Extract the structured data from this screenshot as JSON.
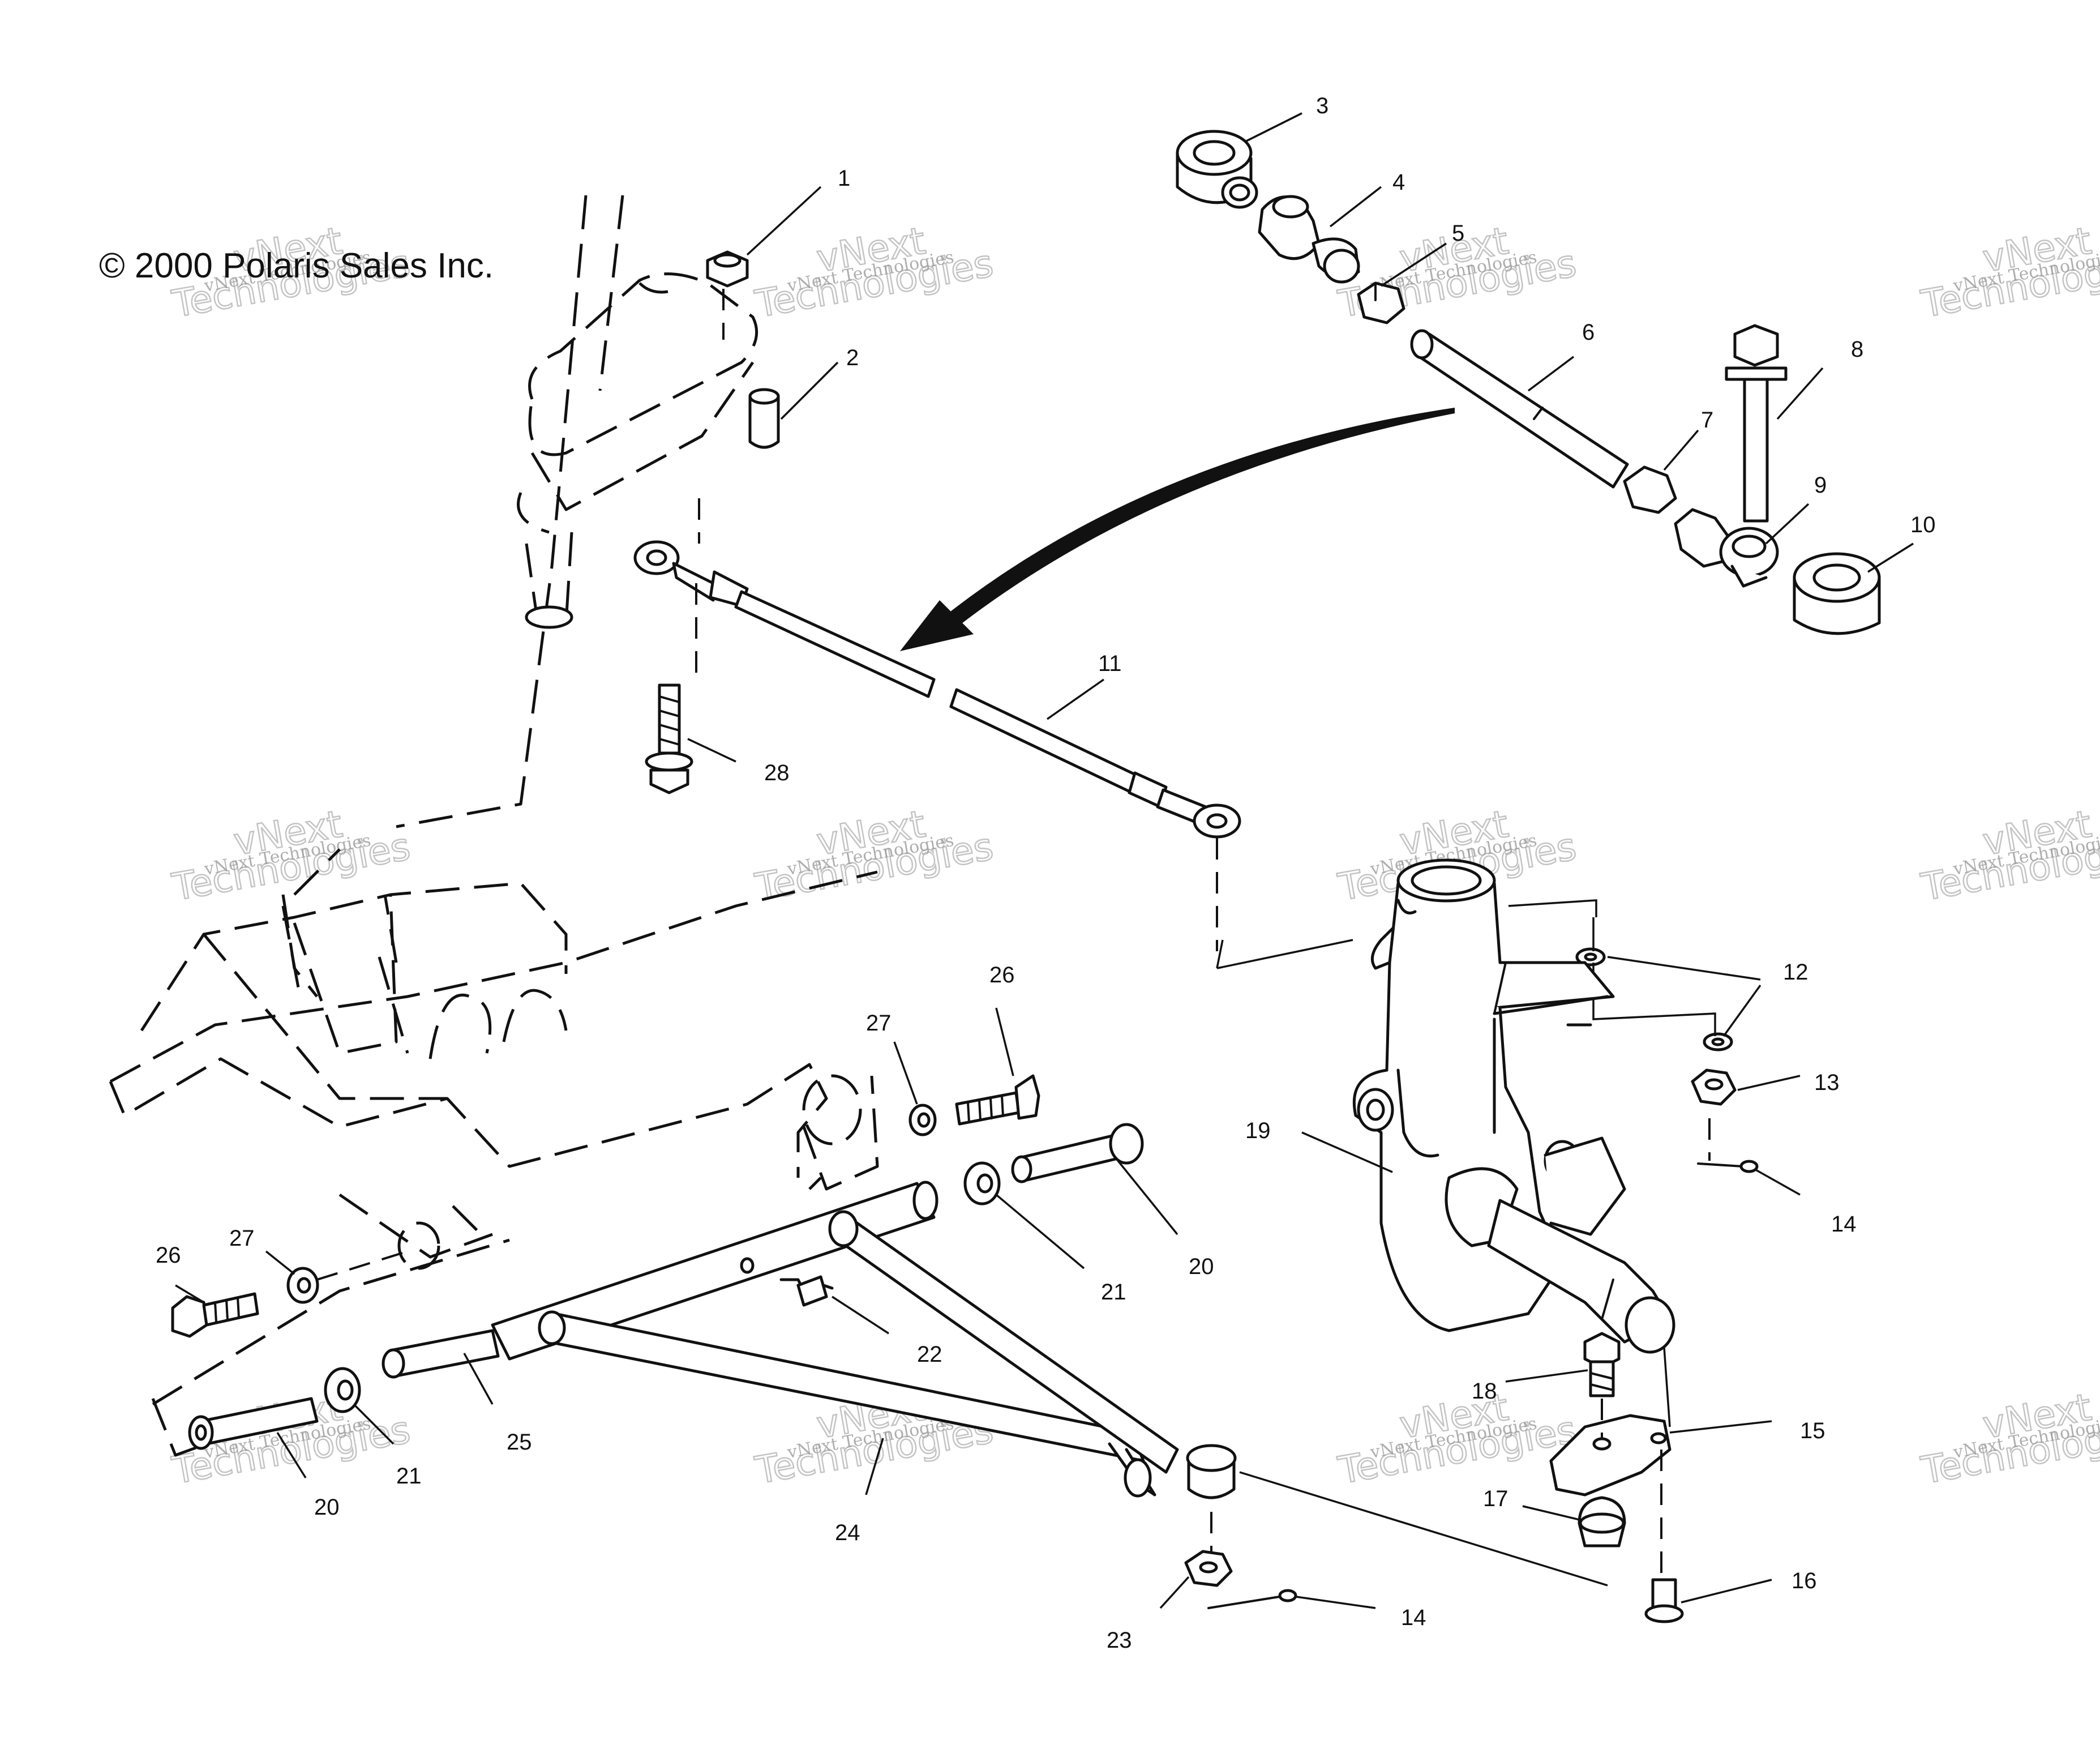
{
  "copyright": "© 2000 Polaris Sales Inc.",
  "watermark": {
    "small_text": "vNext Technologies",
    "big_text": "Technologies",
    "top_text": "vNext"
  },
  "callouts": [
    {
      "id": "c1",
      "label": "1"
    },
    {
      "id": "c2",
      "label": "2"
    },
    {
      "id": "c3",
      "label": "3"
    },
    {
      "id": "c4",
      "label": "4"
    },
    {
      "id": "c5",
      "label": "5"
    },
    {
      "id": "c6",
      "label": "6"
    },
    {
      "id": "c7",
      "label": "7"
    },
    {
      "id": "c8",
      "label": "8"
    },
    {
      "id": "c9",
      "label": "9"
    },
    {
      "id": "c10",
      "label": "10"
    },
    {
      "id": "c11",
      "label": "11"
    },
    {
      "id": "c12",
      "label": "12"
    },
    {
      "id": "c13",
      "label": "13"
    },
    {
      "id": "c14a",
      "label": "14"
    },
    {
      "id": "c14b",
      "label": "14"
    },
    {
      "id": "c15",
      "label": "15"
    },
    {
      "id": "c16",
      "label": "16"
    },
    {
      "id": "c17",
      "label": "17"
    },
    {
      "id": "c18",
      "label": "18"
    },
    {
      "id": "c19",
      "label": "19"
    },
    {
      "id": "c20a",
      "label": "20"
    },
    {
      "id": "c20b",
      "label": "20"
    },
    {
      "id": "c21a",
      "label": "21"
    },
    {
      "id": "c21b",
      "label": "21"
    },
    {
      "id": "c22",
      "label": "22"
    },
    {
      "id": "c23",
      "label": "23"
    },
    {
      "id": "c24",
      "label": "24"
    },
    {
      "id": "c25",
      "label": "25"
    },
    {
      "id": "c26a",
      "label": "26"
    },
    {
      "id": "c26b",
      "label": "26"
    },
    {
      "id": "c27a",
      "label": "27"
    },
    {
      "id": "c27b",
      "label": "27"
    },
    {
      "id": "c28",
      "label": "28"
    }
  ]
}
